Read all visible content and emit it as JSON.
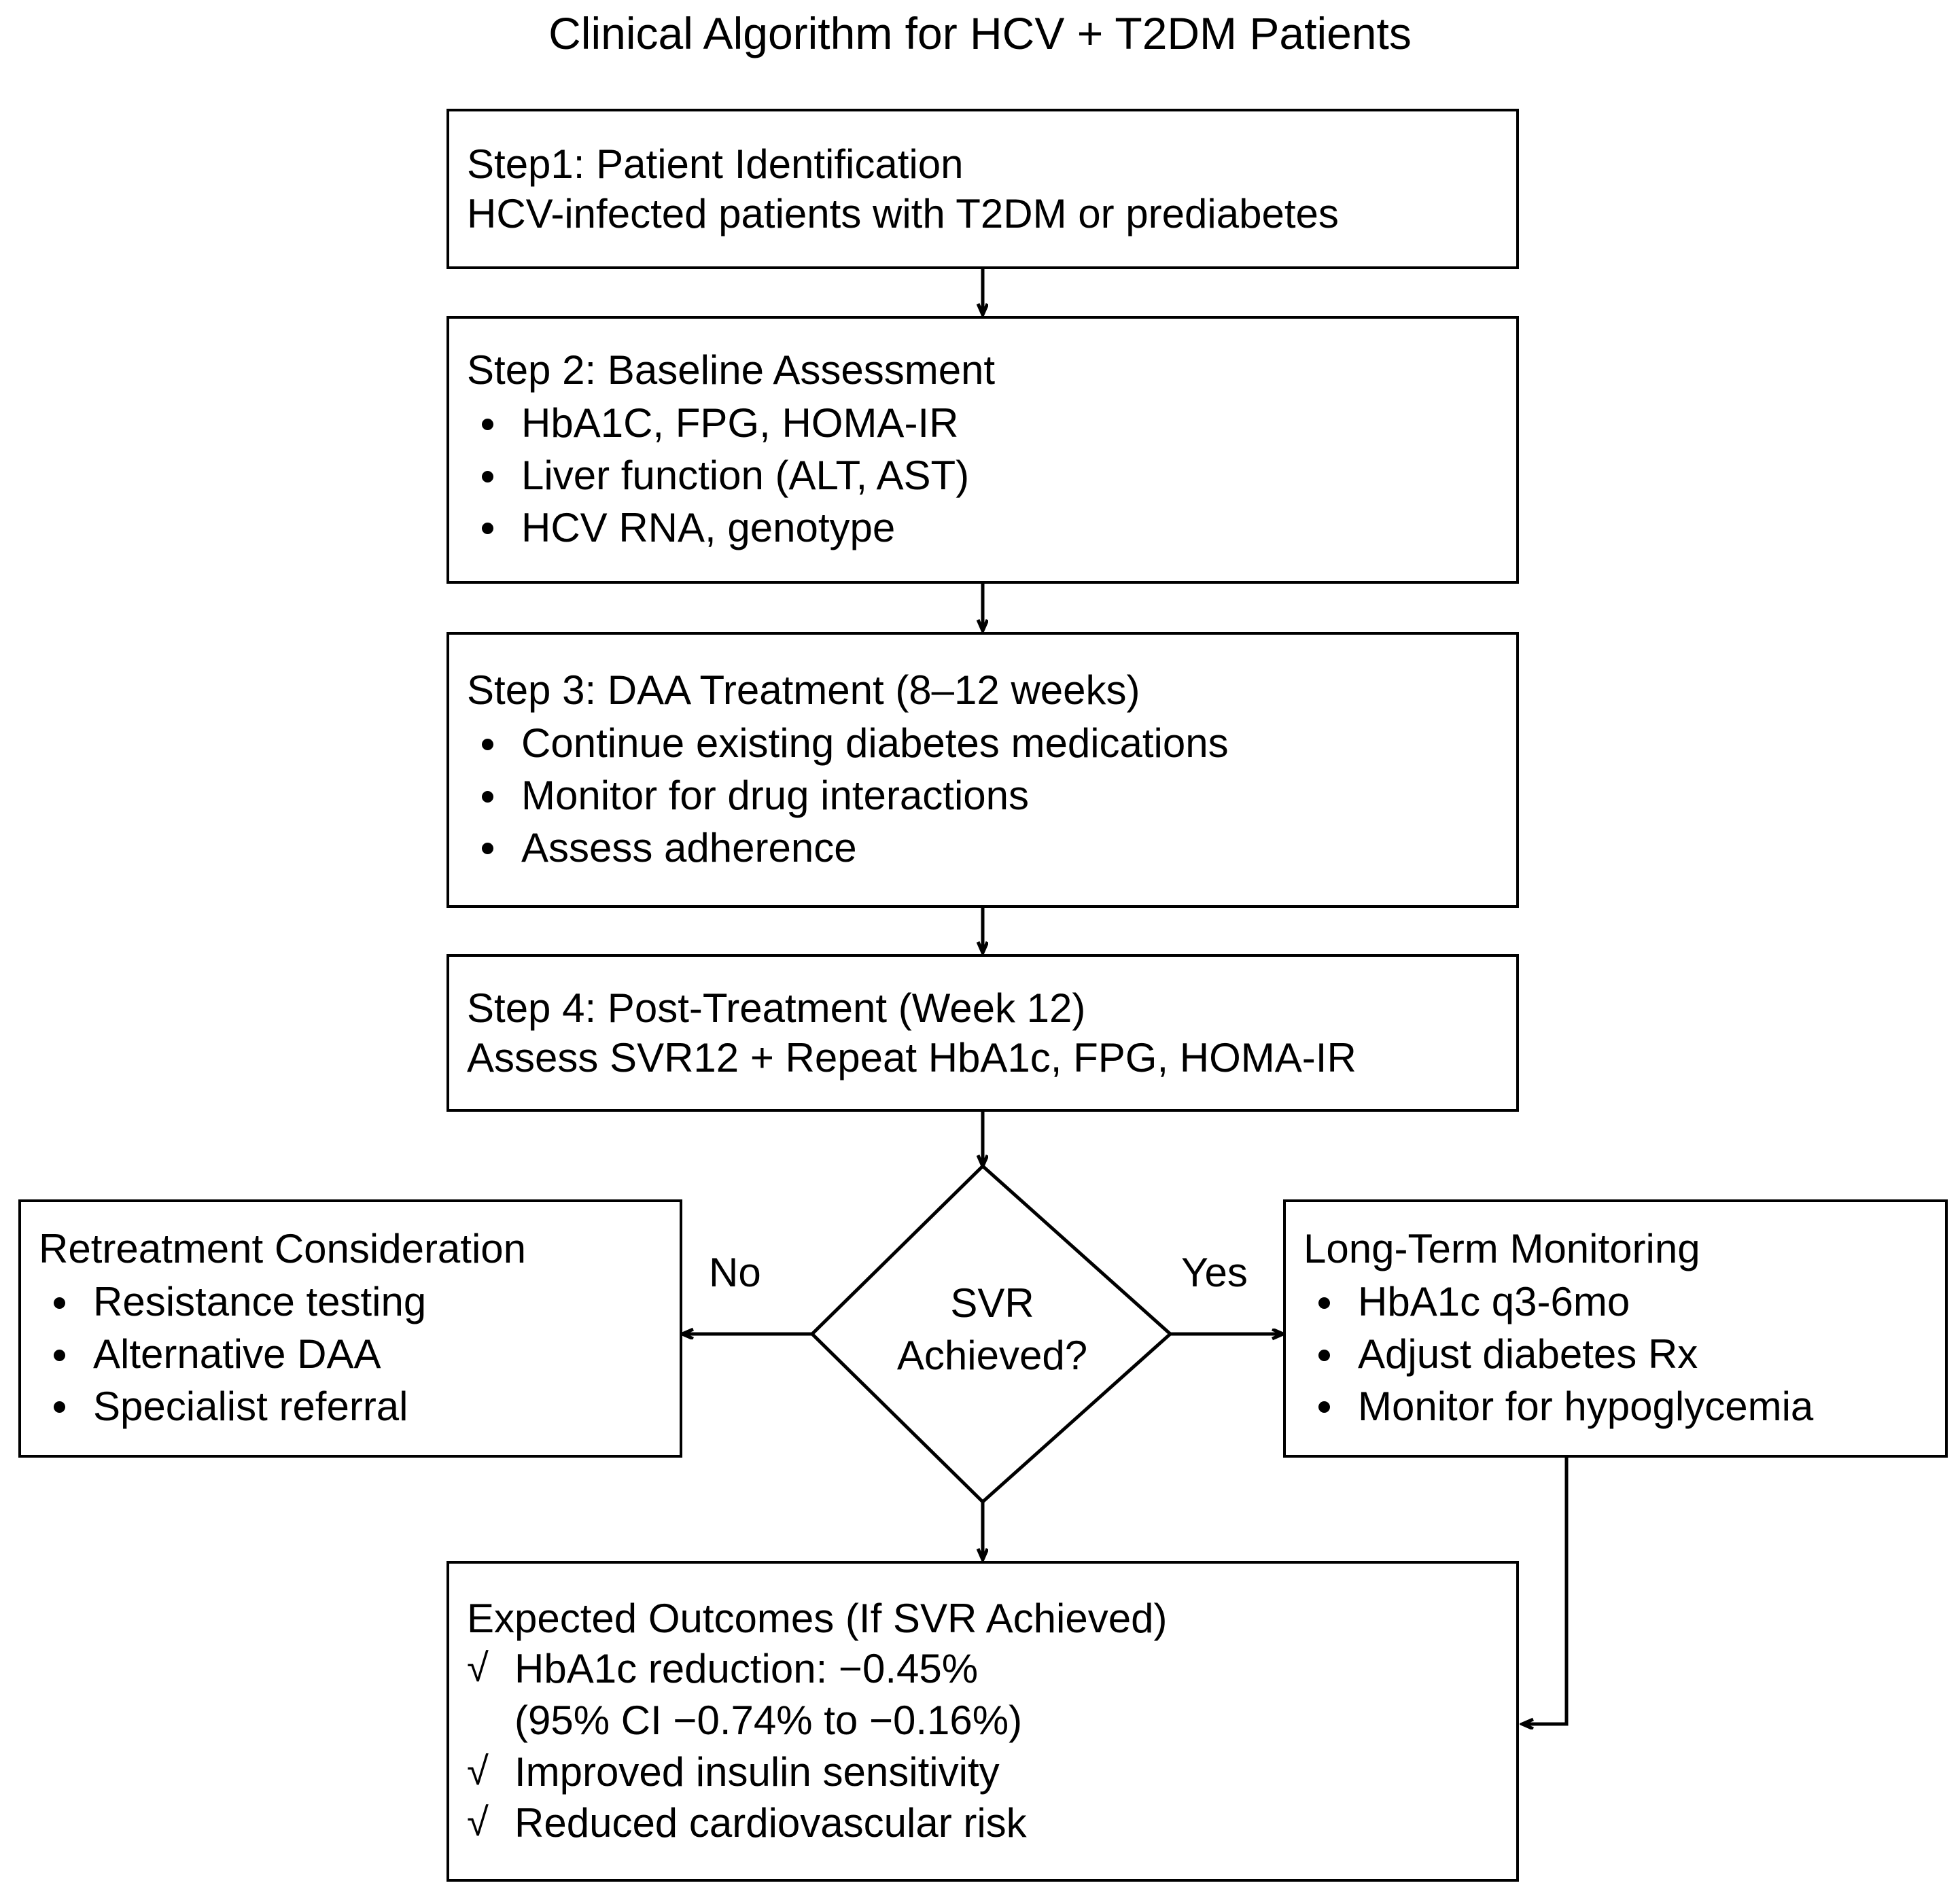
{
  "title": "Clinical Algorithm for HCV + T2DM Patients",
  "colors": {
    "stroke": "#000000",
    "background": "#ffffff",
    "text": "#000000"
  },
  "nodes": {
    "step1": {
      "title": "Step1: Patient Identification",
      "subtitle": "HCV-infected patients with T2DM or prediabetes"
    },
    "step2": {
      "title": "Step 2: Baseline Assessment",
      "bullets": [
        "HbA1C, FPG, HOMA-IR",
        "Liver function (ALT, AST)",
        "HCV RNA, genotype"
      ]
    },
    "step3": {
      "title": "Step 3: DAA Treatment (8–12 weeks)",
      "bullets": [
        "Continue existing diabetes medications",
        "Monitor for drug interactions",
        "Assess adherence"
      ]
    },
    "step4": {
      "title": "Step 4: Post-Treatment (Week 12)",
      "subtitle": "Assess SVR12 + Repeat HbA1c, FPG, HOMA-IR"
    },
    "decision": {
      "line1": "SVR",
      "line2": "Achieved?",
      "branch_no": "No",
      "branch_yes": "Yes"
    },
    "retreatment": {
      "title": "Retreatment Consideration",
      "bullets": [
        "Resistance testing",
        "Alternative DAA",
        "Specialist referral"
      ]
    },
    "longterm": {
      "title": "Long-Term Monitoring",
      "bullets": [
        "HbA1c q3-6mo",
        "Adjust diabetes Rx",
        "Monitor for hypoglycemia"
      ]
    },
    "outcomes": {
      "title": "Expected Outcomes (If SVR Achieved)",
      "check_symbol": "√",
      "items": [
        {
          "text": "HbA1c reduction: −0.45%",
          "continuation": "(95% CI −0.74% to −0.16%)"
        },
        {
          "text": "Improved insulin sensitivity",
          "continuation": ""
        },
        {
          "text": "Reduced cardiovascular risk",
          "continuation": ""
        }
      ]
    }
  }
}
